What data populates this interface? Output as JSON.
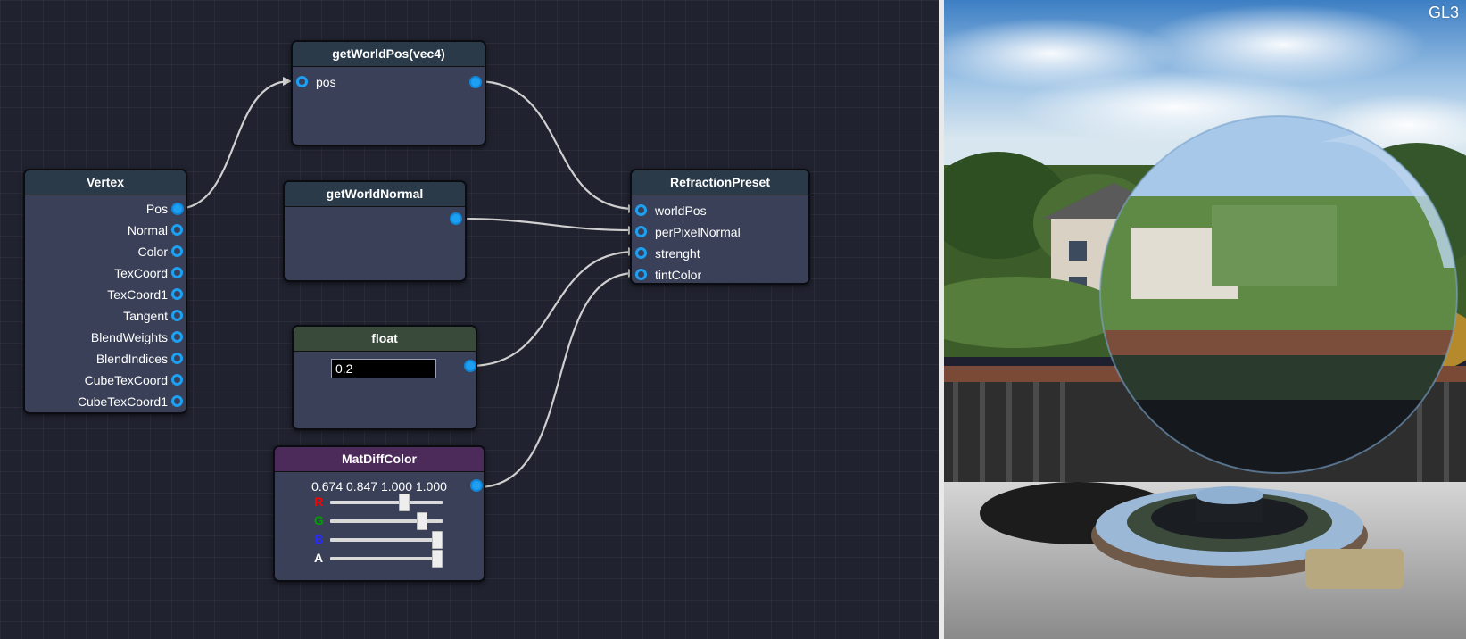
{
  "nodes": {
    "vertex": {
      "title": "Vertex",
      "outputs": [
        "Pos",
        "Normal",
        "Color",
        "TexCoord",
        "TexCoord1",
        "Tangent",
        "BlendWeights",
        "BlendIndices",
        "CubeTexCoord",
        "CubeTexCoord1"
      ]
    },
    "get_world_pos": {
      "title": "getWorldPos(vec4)",
      "input": "pos"
    },
    "get_world_normal": {
      "title": "getWorldNormal"
    },
    "float_node": {
      "title": "float",
      "value": "0.2"
    },
    "mat_diff_color": {
      "title": "MatDiffColor",
      "rgba_text": "0.674 0.847 1.000 1.000",
      "channels": [
        {
          "label": "R",
          "value": 0.674,
          "color": "#ff0000"
        },
        {
          "label": "G",
          "value": 0.847,
          "color": "#00a000"
        },
        {
          "label": "B",
          "value": 1.0,
          "color": "#2a2aff"
        },
        {
          "label": "A",
          "value": 1.0,
          "color": "#ffffff"
        }
      ]
    },
    "refraction_preset": {
      "title": "RefractionPreset",
      "inputs": [
        "worldPos",
        "perPixelNormal",
        "strenght",
        "tintColor"
      ]
    }
  },
  "preview": {
    "label": "GL3"
  },
  "colors": {
    "port": "#1ea0f2",
    "wire": "#cfcfcf",
    "node_body": "#3a4057",
    "editor_bg": "#20222f"
  }
}
